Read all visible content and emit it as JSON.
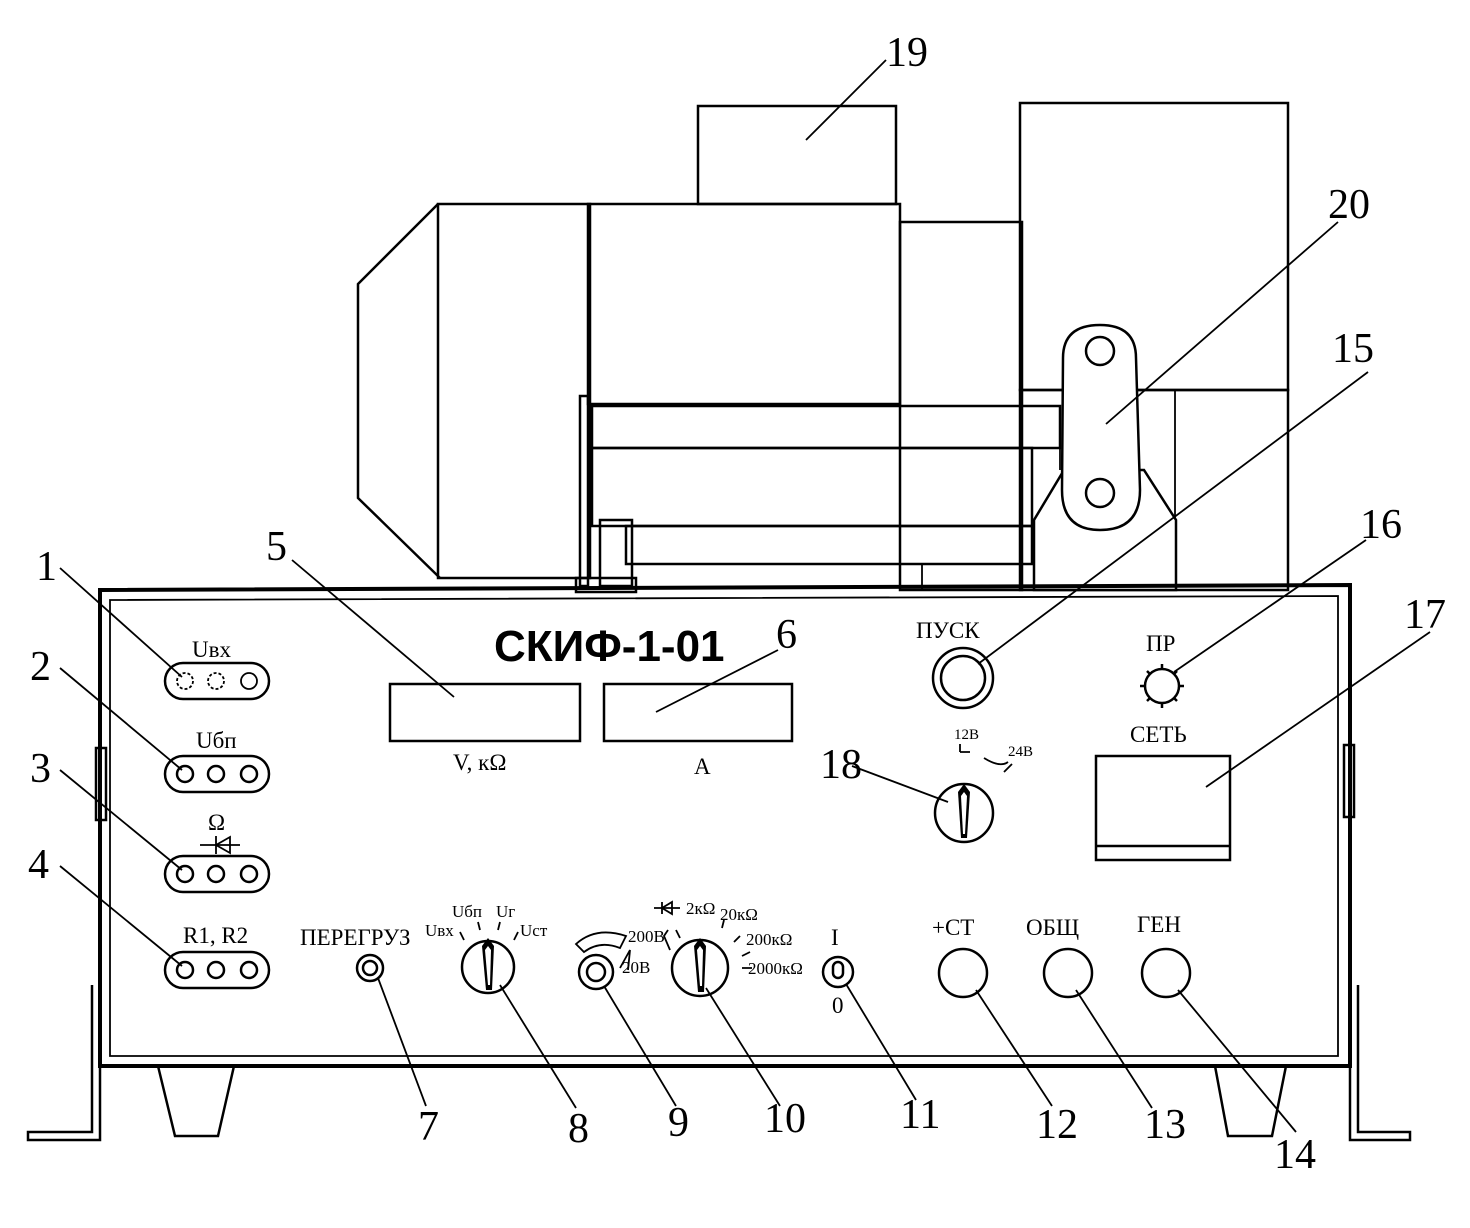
{
  "panel": {
    "model_title": "СКИФ-1-01",
    "labels": {
      "u_in": "Uвх",
      "u_bp": "Uбп",
      "ohm": "Ω",
      "r1r2": "R1, R2",
      "meter_v": "V, кΩ",
      "meter_a": "A",
      "pusk": "ПУСК",
      "pr": "ПР",
      "set": "СЕТЬ",
      "v12": "12В",
      "v24": "24В",
      "peregruz": "ПЕРЕГРУЗ",
      "sel_uvx": "Uвх",
      "sel_ubp": "Uбп",
      "sel_ur": "Uг",
      "sel_ust": "Uст",
      "r_20v": "20В",
      "r_200v": "200В",
      "r_2k": "2кΩ",
      "r_20k": "20кΩ",
      "r_200k": "200кΩ",
      "r_2000k": "2000кΩ",
      "sw_on": "I",
      "sw_off": "0",
      "plus_st": "+СТ",
      "obsh": "ОБЩ",
      "gen": "ГЕН"
    }
  },
  "callouts": [
    "1",
    "2",
    "3",
    "4",
    "5",
    "6",
    "7",
    "8",
    "9",
    "10",
    "11",
    "12",
    "13",
    "14",
    "15",
    "16",
    "17",
    "18",
    "19",
    "20"
  ],
  "icons": {
    "diode": "diode-icon",
    "knob": "rotary-knob-icon",
    "fuse": "fuse-holder-icon"
  }
}
